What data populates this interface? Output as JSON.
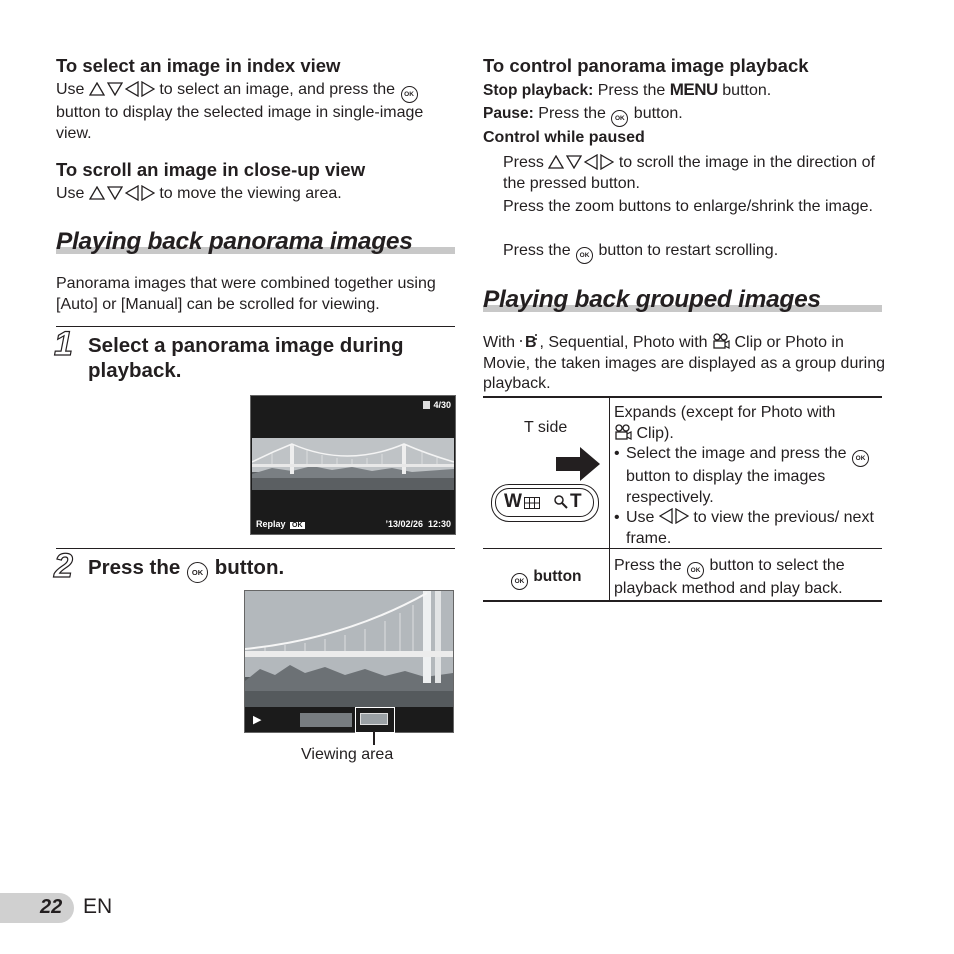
{
  "left": {
    "index_view": {
      "heading": "To select an image in index view",
      "text_a": "Use",
      "text_b": "to select an image, and press the",
      "text_c": "button to display the selected image in single-image view."
    },
    "closeup_view": {
      "heading": "To scroll an image in close-up view",
      "text_a": "Use",
      "text_b": "to move the viewing area."
    },
    "panorama": {
      "title": "Playing back panorama images",
      "intro": "Panorama images that were combined together using [Auto] or [Manual] can be scrolled for viewing.",
      "step1_num": "1",
      "step1_text": "Select a panorama image during playback.",
      "step2_num": "2",
      "step2_text_a": "Press the",
      "step2_text_b": "button.",
      "screen1": {
        "counter": "4/30",
        "replay": "Replay",
        "ok_badge": "OK",
        "datetime": "’13/02/26  12:30"
      },
      "screen2": {
        "play_icon": "▶"
      },
      "viewing_area_label": "Viewing area"
    }
  },
  "right": {
    "control": {
      "heading": "To control panorama image playback",
      "stop_label": "Stop playback:",
      "stop_text_a": "Press the",
      "stop_menu": "MENU",
      "stop_text_b": "button.",
      "pause_label": "Pause:",
      "pause_text_a": "Press the",
      "pause_text_b": "button.",
      "paused_heading": "Control while paused",
      "paused_1a": "Press",
      "paused_1b": "to scroll the image in the direction of the pressed button.",
      "paused_2": "Press the zoom buttons to enlarge/shrink the image.",
      "paused_3a": "Press the",
      "paused_3b": "button to restart scrolling."
    },
    "grouped": {
      "title": "Playing back grouped images",
      "intro_a": "With",
      "intro_b": ", Sequential, Photo with",
      "intro_c": "Clip or Photo in Movie, the taken images are displayed as a group during playback.",
      "table": {
        "r1_left": "T side",
        "zoom_w": "W",
        "zoom_t": "T",
        "r1_right_a": "Expands (except for Photo with",
        "r1_right_b": "Clip).",
        "bullet1_a": "Select the image and press the",
        "bullet1_b": "button to display the images respectively.",
        "bullet2_a": "Use",
        "bullet2_b": "to view the previous/ next frame.",
        "r2_left": "button",
        "r2_right_a": "Press the",
        "r2_right_b": "button to select the playback method and play back."
      }
    }
  },
  "footer": {
    "page_number": "22",
    "lang": "EN"
  },
  "ok_label": "OK"
}
